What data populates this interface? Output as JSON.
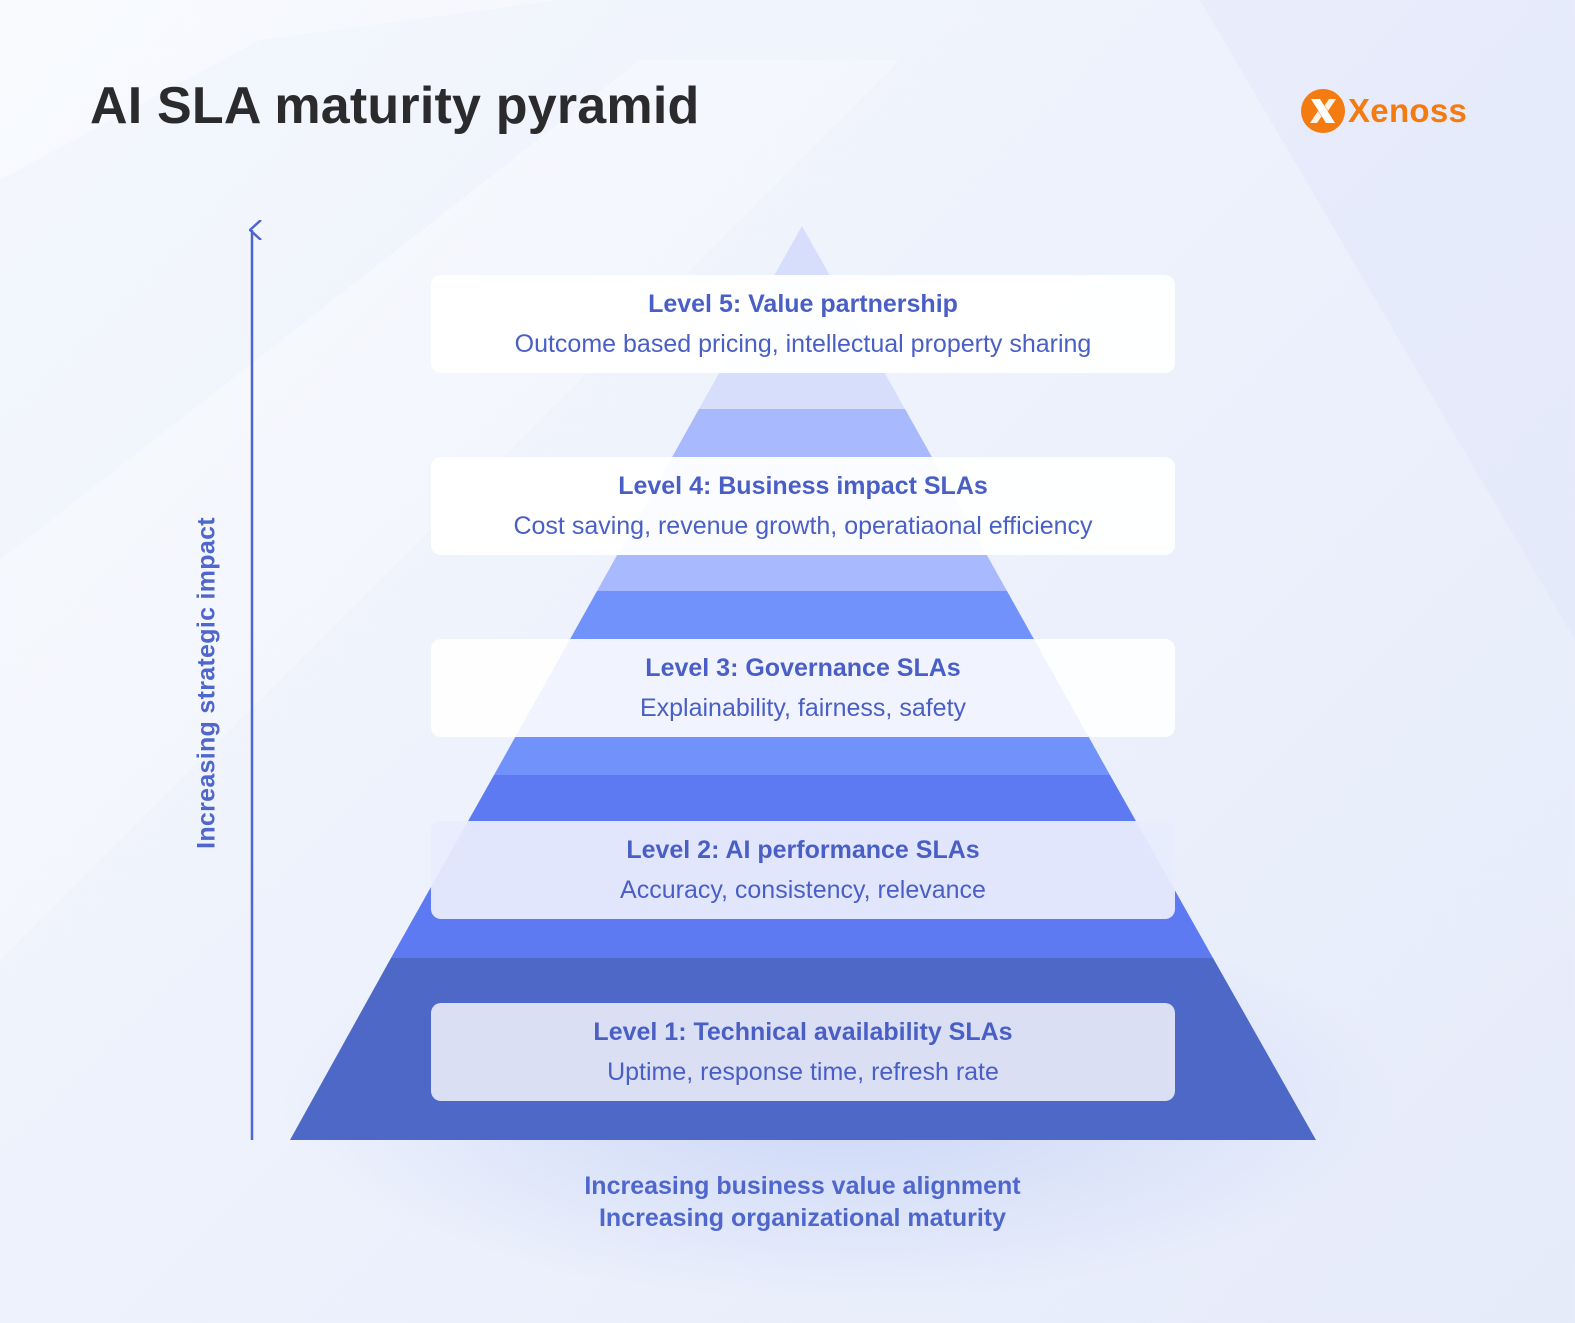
{
  "title": "AI SLA maturity pyramid",
  "brand": {
    "name": "Xenoss",
    "color": "#f47b0f"
  },
  "axis": {
    "vertical_label": "Increasing strategic impact"
  },
  "levels": [
    {
      "title": "Level 5: Value partnership",
      "description": "Outcome based pricing, intellectual property sharing",
      "color": "#d7defb"
    },
    {
      "title": "Level 4: Business impact SLAs",
      "description": "Cost saving, revenue growth, operatiaonal efficiency",
      "color": "#a9b9fd"
    },
    {
      "title": "Level 3: Governance SLAs",
      "description": "Explainability, fairness, safety",
      "color": "#7292fb"
    },
    {
      "title": "Level 2: AI performance SLAs",
      "description": "Accuracy, consistency, relevance",
      "color": "#5d7af2"
    },
    {
      "title": "Level 1: Technical availability SLAs",
      "description": "Uptime, response time, refresh rate",
      "color": "#4e68c7"
    }
  ],
  "bottom_captions": [
    "Increasing business value alignment",
    "Increasing organizational maturity"
  ],
  "colors": {
    "accent_text": "#4a5fc6",
    "title_text": "#2b2b2e"
  }
}
